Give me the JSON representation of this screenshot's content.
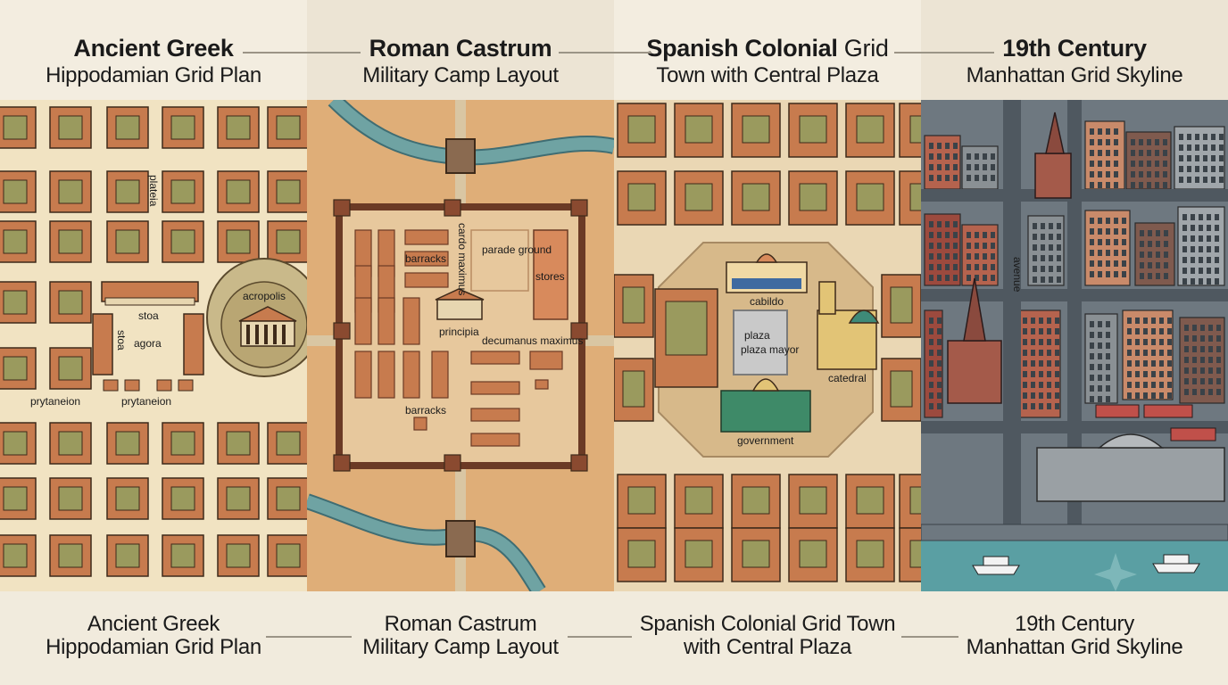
{
  "header": {
    "panels": [
      {
        "title_bold": "Ancient Greek",
        "title_rest": "",
        "subtitle": "Hippodamian Grid Plan"
      },
      {
        "title_bold": "Roman Castrum",
        "title_rest": "",
        "subtitle": "Military Camp Layout"
      },
      {
        "title_bold": "Spanish Colonial",
        "title_rest": " Grid",
        "subtitle": "Town with Central Plaza"
      },
      {
        "title_bold": "19th Century",
        "title_rest": "",
        "subtitle": "Manhattan Grid Skyline"
      }
    ]
  },
  "greek": {
    "labels": {
      "stoa": "stoa",
      "agora": "agora",
      "acropolis": "acropolis",
      "prytaneion_left": "prytaneion",
      "prytaneion_right": "prytaneion",
      "vertical_street": "plateia",
      "vertical_small": "stoa"
    }
  },
  "roman": {
    "labels": {
      "barracks_top": "barracks",
      "parade_ground": "parade ground",
      "stores": "stores",
      "principia": "principia",
      "decumanus": "decumanus maximus",
      "barracks_bottom": "barracks",
      "cardo": "cardo maximus"
    }
  },
  "spanish": {
    "labels": {
      "cabildo": "cabildo",
      "plaza_mayor": "plaza mayor",
      "catedral": "catedral",
      "government": "government"
    }
  },
  "manhattan": {
    "labels": {
      "avenue": "avenue"
    }
  },
  "footer": {
    "captions": [
      {
        "line1": "Ancient Greek",
        "line2": "Hippodamian Grid Plan"
      },
      {
        "line1": "Roman Castrum",
        "line2": "Military Camp Layout"
      },
      {
        "line1": "Spanish Colonial Grid Town",
        "line2": "with Central Plaza"
      },
      {
        "line1": "19th Century",
        "line2": "Manhattan Grid Skyline"
      }
    ]
  },
  "colors": {
    "greek_bg": "#f1e3c2",
    "roman_bg": "#dfae78",
    "spanish_bg": "#ead7b4",
    "manhattan_bg": "#5a9fa3",
    "roof": "#c77b4e",
    "courtyard": "#9a9a5e"
  }
}
